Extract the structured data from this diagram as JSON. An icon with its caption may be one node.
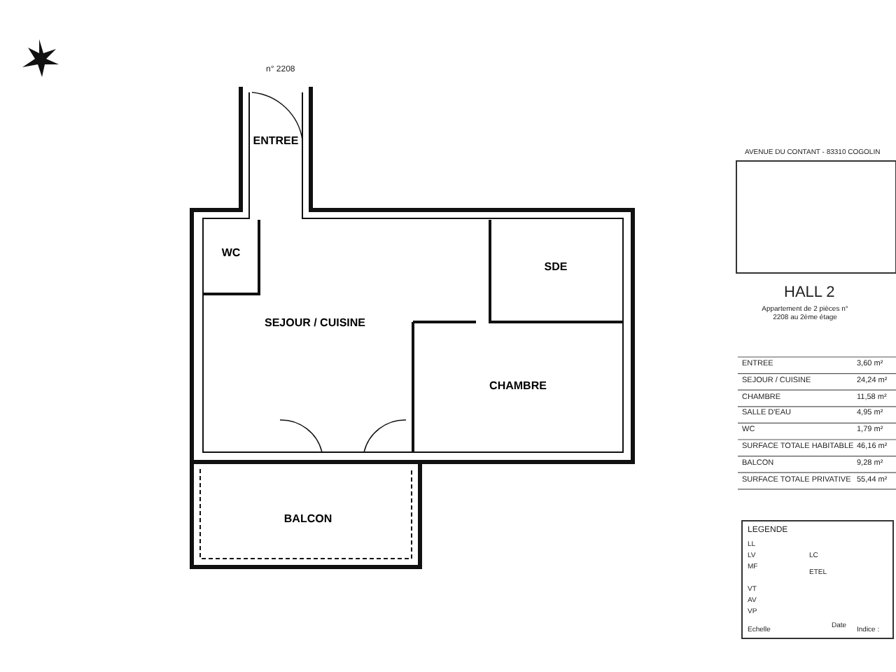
{
  "diagram": {
    "nodes": [
      {
        "text": [
          "ENTREE"
        ]
      },
      {
        "text": [
          "WC"
        ]
      },
      {
        "text": [
          "SEJOUR / CUISINE"
        ]
      },
      {
        "text": [
          "SDE"
        ]
      },
      {
        "text": [
          "CHAMBRE"
        ]
      },
      {
        "text": [
          "BALCON"
        ]
      }
    ],
    "labels": [
      "n° 2208",
      "AVENUE DU CONTANT - 83310 COGOLIN",
      "HALL 2",
      "Appartement de 2 pièces n° 2208 au 2ème étage",
      "ENTREE",
      "3,60 m²",
      "SEJOUR / CUISINE",
      "24,24 m²",
      "CHAMBRE",
      "11,58 m²",
      "SALLE D'EAU",
      "4,95 m²",
      "WC",
      "1,79 m²",
      "SURFACE TOTALE HABITABLE",
      "46,16 m²",
      "BALCON",
      "9,28 m²",
      "SURFACE TOTALE PRIVATIVE",
      "55,44 m²",
      "LEGENDE",
      "LL",
      "LV",
      "MF",
      "VT",
      "AV",
      "VP",
      "LC",
      "ETEL",
      "Echelle",
      "Date",
      "Indice :"
    ]
  }
}
